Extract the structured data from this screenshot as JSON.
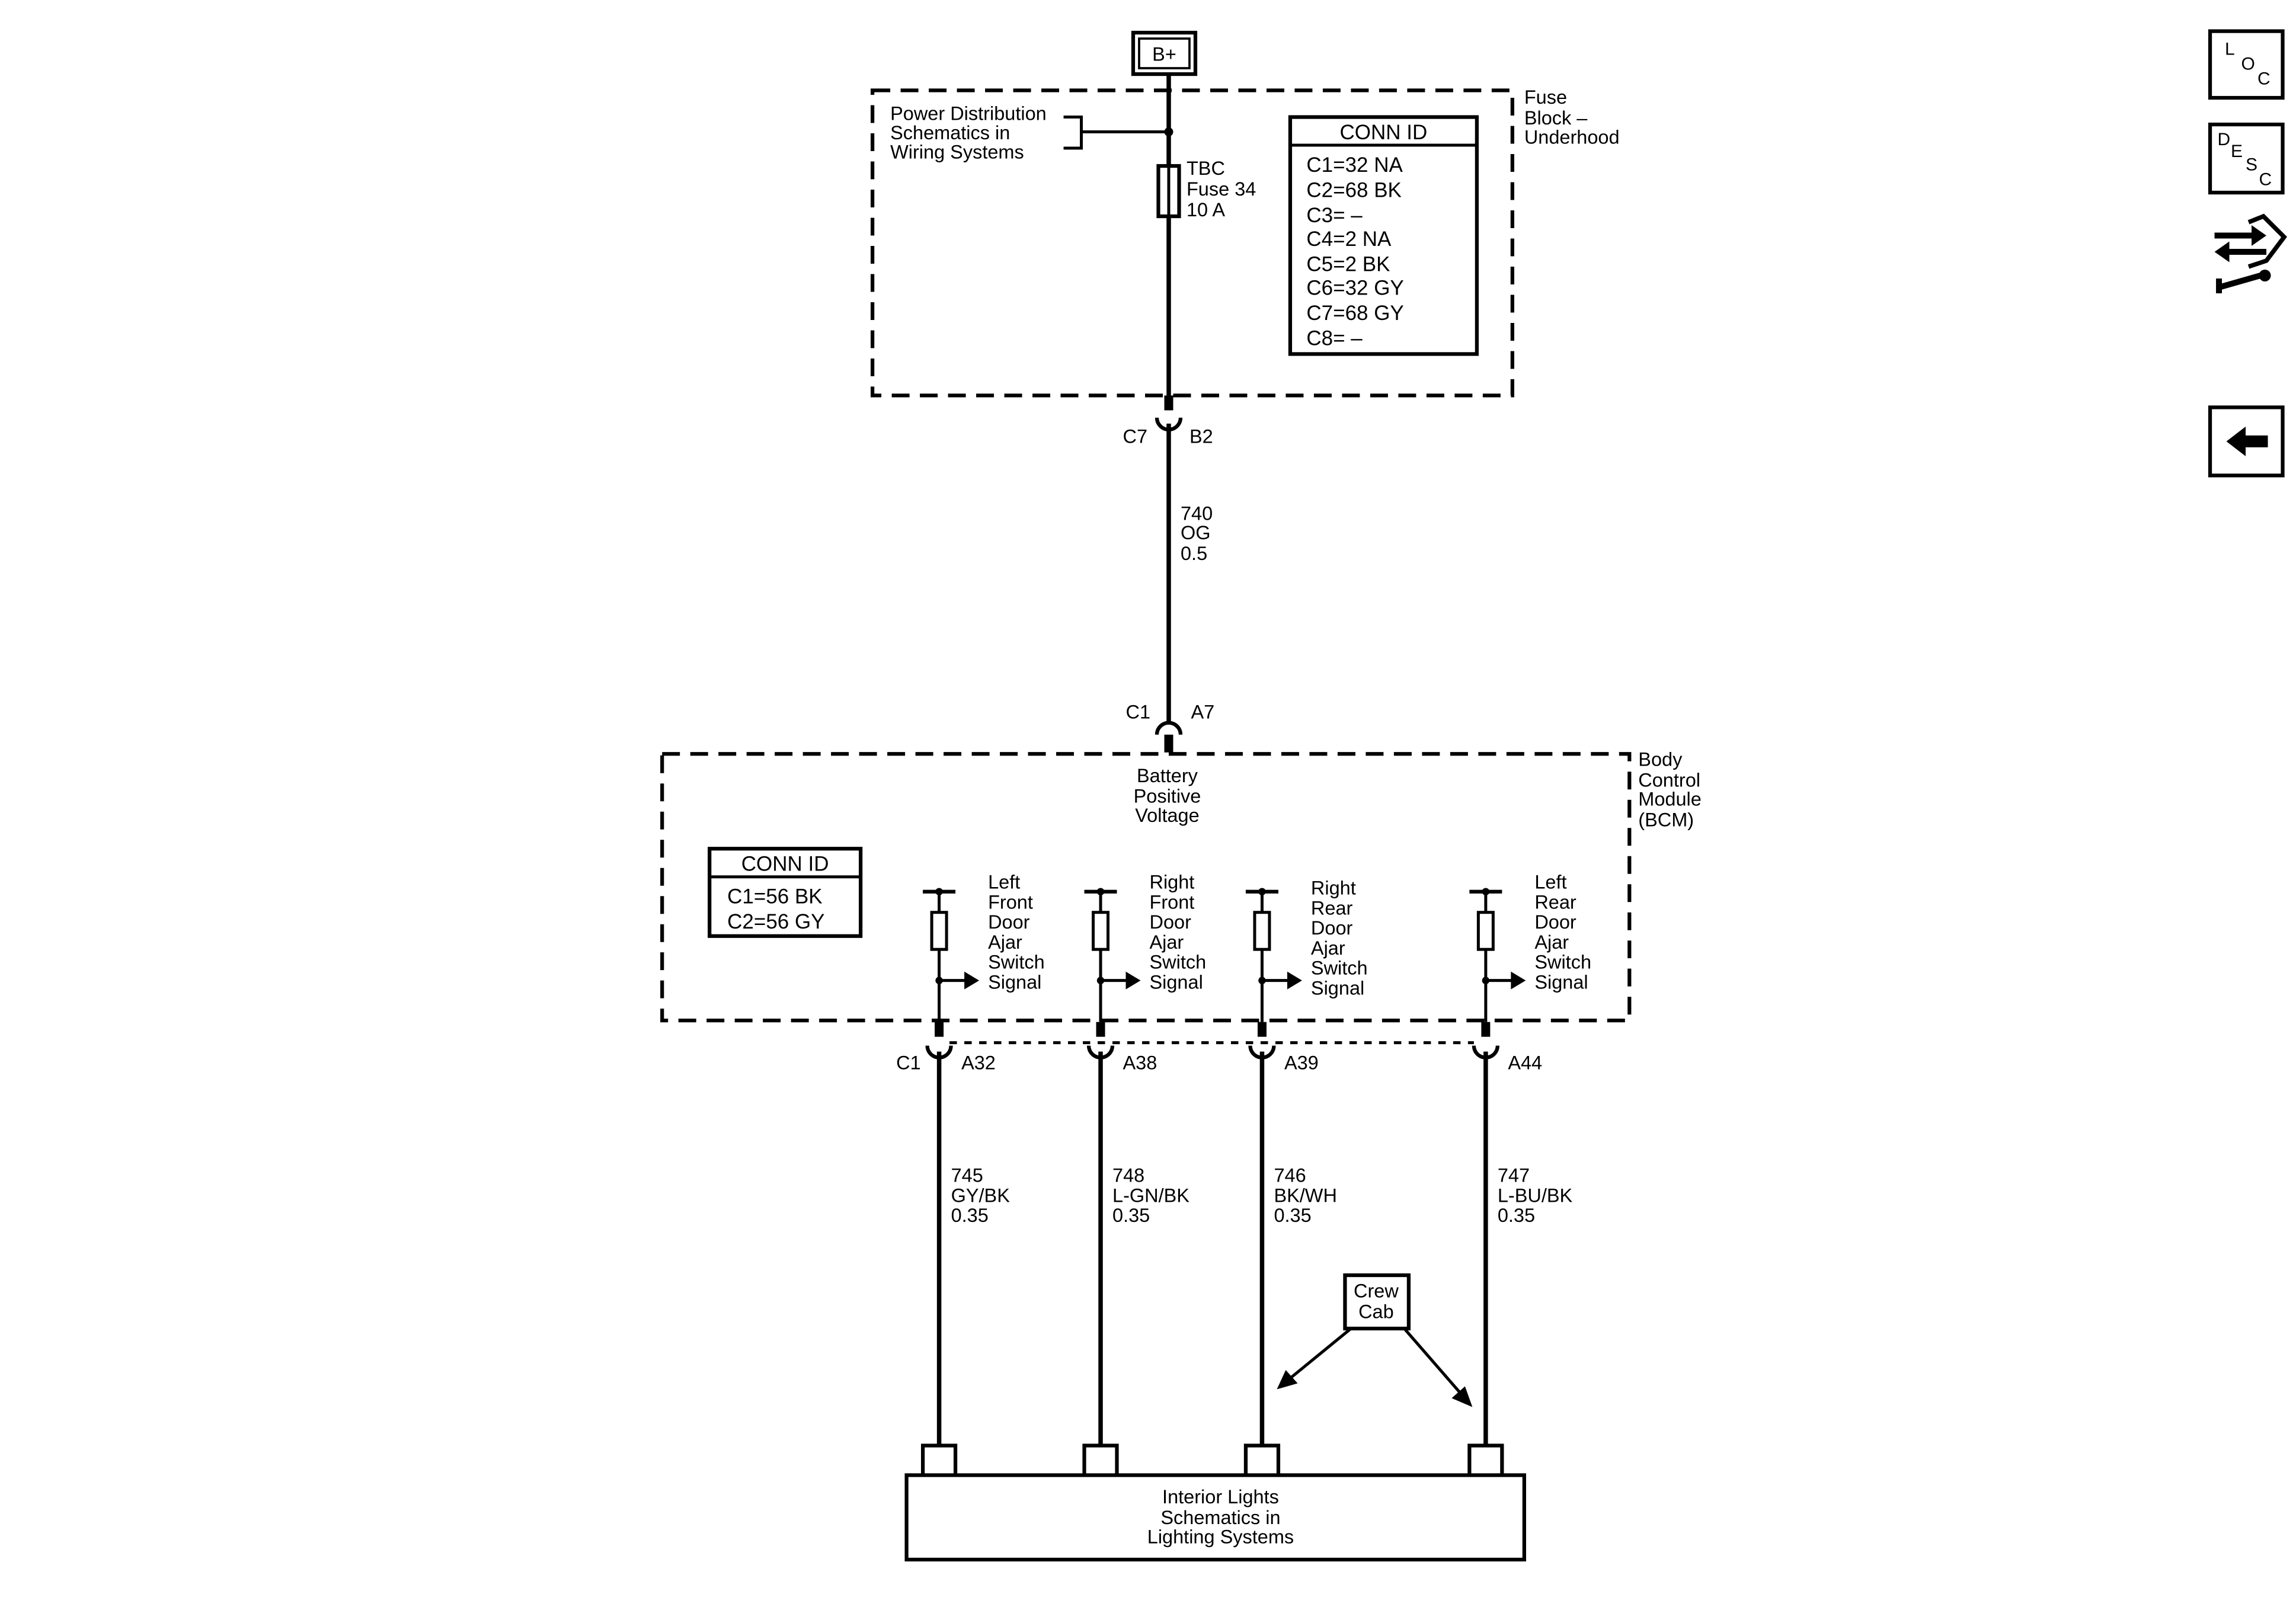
{
  "power_source": "B+",
  "fuse_block": {
    "label_lines": [
      "Fuse",
      "Block –",
      "Underhood"
    ],
    "reference_lines": [
      "Power Distribution",
      "Schematics in",
      "Wiring Systems"
    ],
    "fuse_lines": [
      "TBC",
      "Fuse 34",
      "10 A"
    ],
    "conn_id_title": "CONN ID",
    "conn_ids": [
      "C1=32 NA",
      "C2=68 BK",
      "C3= –",
      "C4=2 NA",
      "C5=2 BK",
      "C6=32 GY",
      "C7=68 GY",
      "C8= –"
    ],
    "out_conn": "C7",
    "out_pin": "B2"
  },
  "main_wire": {
    "circuit": "740",
    "color": "OG",
    "gauge": "0.5"
  },
  "bcm": {
    "label_lines": [
      "Body",
      "Control",
      "Module",
      "(BCM)"
    ],
    "in_conn": "C1",
    "in_pin": "A7",
    "supply_lines": [
      "Battery",
      "Positive",
      "Voltage"
    ],
    "conn_id_title": "CONN ID",
    "conn_ids": [
      "C1=56 BK",
      "C2=56 GY"
    ],
    "out_conn": "C1",
    "signals": [
      {
        "lines": [
          "Left",
          "Front",
          "Door",
          "Ajar",
          "Switch",
          "Signal"
        ],
        "pin": "A32"
      },
      {
        "lines": [
          "Right",
          "Front",
          "Door",
          "Ajar",
          "Switch",
          "Signal"
        ],
        "pin": "A38"
      },
      {
        "lines": [
          "Right",
          "Rear",
          "Door",
          "Ajar",
          "Switch",
          "Signal"
        ],
        "pin": "A39"
      },
      {
        "lines": [
          "Left",
          "Rear",
          "Door",
          "Ajar",
          "Switch",
          "Signal"
        ],
        "pin": "A44"
      }
    ]
  },
  "output_wires": [
    {
      "circuit": "745",
      "color": "GY/BK",
      "gauge": "0.35"
    },
    {
      "circuit": "748",
      "color": "L-GN/BK",
      "gauge": "0.35"
    },
    {
      "circuit": "746",
      "color": "BK/WH",
      "gauge": "0.35"
    },
    {
      "circuit": "747",
      "color": "L-BU/BK",
      "gauge": "0.35"
    }
  ],
  "option_callout": [
    "Crew",
    "Cab"
  ],
  "destination": [
    "Interior Lights",
    "Schematics in",
    "Lighting Systems"
  ],
  "nav": {
    "loc": [
      "L",
      "O",
      "C"
    ],
    "desc": [
      "D",
      "E",
      "S",
      "C"
    ],
    "troubleshoot_icon": "wrench-arrows-icon",
    "back_icon": "left-arrow-icon"
  }
}
